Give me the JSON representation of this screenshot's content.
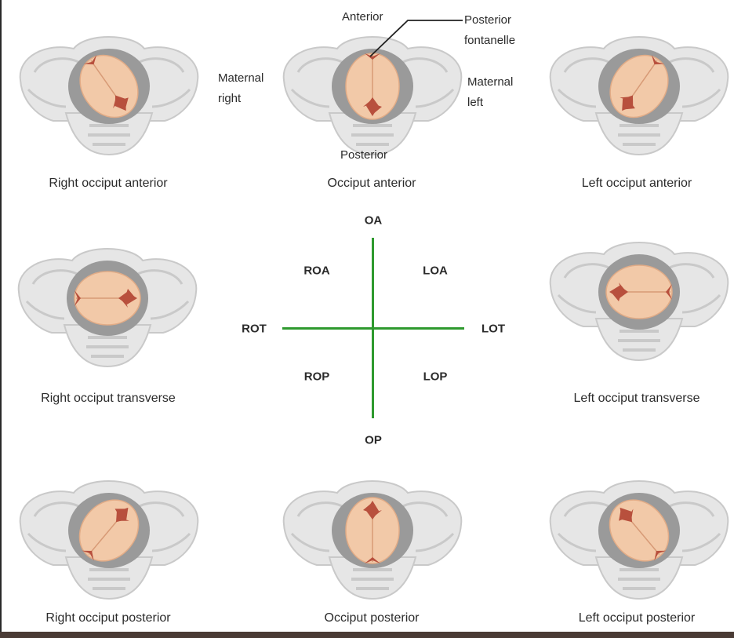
{
  "panels": [
    {
      "id": "roa",
      "caption": "Right occiput anterior",
      "rotation": -35
    },
    {
      "id": "oa",
      "caption": "Occiput anterior",
      "rotation": 0
    },
    {
      "id": "loa",
      "caption": "Left occiput anterior",
      "rotation": 35
    },
    {
      "id": "rot",
      "caption": "Right occiput transverse",
      "rotation": -90
    },
    {
      "id": "lot",
      "caption": "Left occiput transverse",
      "rotation": 90
    },
    {
      "id": "rop",
      "caption": "Right occiput posterior",
      "rotation": -140
    },
    {
      "id": "op",
      "caption": "Occiput posterior",
      "rotation": 180
    },
    {
      "id": "lop",
      "caption": "Left occiput posterior",
      "rotation": 140
    }
  ],
  "annotations": {
    "anterior": "Anterior",
    "posterior": "Posterior",
    "posterior_fontanelle_line1": "Posterior",
    "posterior_fontanelle_line2": "fontanelle",
    "maternal_right_line1": "Maternal",
    "maternal_right_line2": "right",
    "maternal_left_line1": "Maternal",
    "maternal_left_line2": "left"
  },
  "axis": {
    "top": "OA",
    "bottom": "OP",
    "left": "ROT",
    "right": "LOT",
    "quadrants": {
      "upper_left": "ROA",
      "upper_right": "LOA",
      "lower_left": "ROP",
      "lower_right": "LOP"
    },
    "color": "#2f9a2f"
  },
  "colors": {
    "pelvis": "#e6e6e6",
    "pelvis_shade": "#c9c9c9",
    "cavity": "#9a9a9a",
    "head": "#f2c9a8",
    "fontanelle": "#b8503d"
  }
}
